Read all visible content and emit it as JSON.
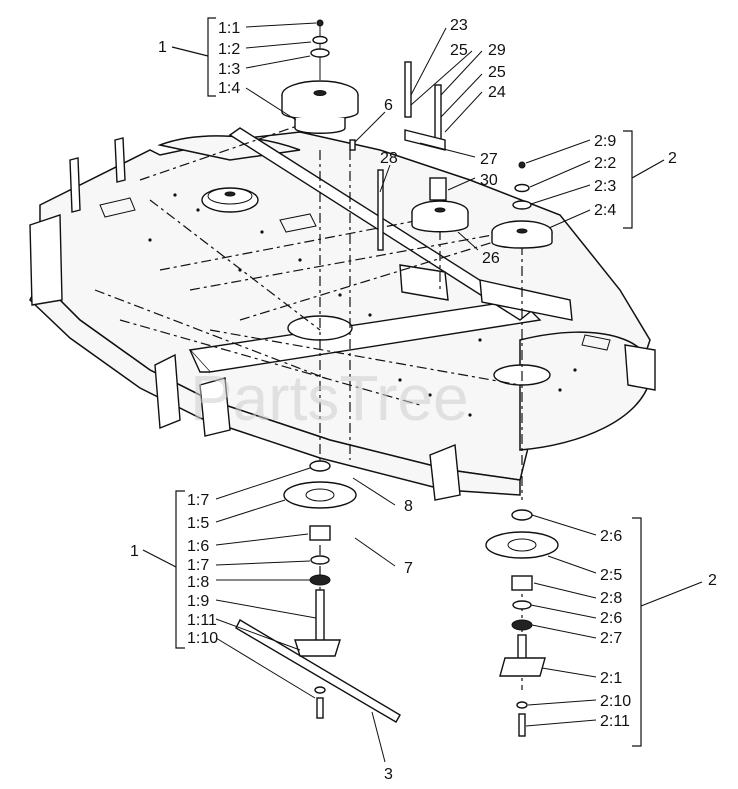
{
  "watermark": "PartsTree",
  "callouts": {
    "g1_top": "1",
    "c1_1": "1:1",
    "c1_2": "1:2",
    "c1_3": "1:3",
    "c1_4": "1:4",
    "n23": "23",
    "n25a": "25",
    "n29": "29",
    "n25b": "25",
    "n24": "24",
    "n6": "6",
    "n28": "28",
    "n27": "27",
    "n30": "30",
    "n26": "26",
    "c2_9": "2:9",
    "c2_2": "2:2",
    "c2_3": "2:3",
    "c2_4": "2:4",
    "g2_top": "2",
    "c1_7a": "1:7",
    "c1_5": "1:5",
    "c1_6": "1:6",
    "c1_7b": "1:7",
    "c1_8": "1:8",
    "c1_9": "1:9",
    "c1_11": "1:11",
    "c1_10": "1:10",
    "g1_bot": "1",
    "n8": "8",
    "n7": "7",
    "n3": "3",
    "c2_6a": "2:6",
    "c2_5": "2:5",
    "c2_8": "2:8",
    "c2_6b": "2:6",
    "c2_7": "2:7",
    "c2_1": "2:1",
    "c2_10": "2:10",
    "c2_11": "2:11",
    "g2_bot": "2"
  }
}
